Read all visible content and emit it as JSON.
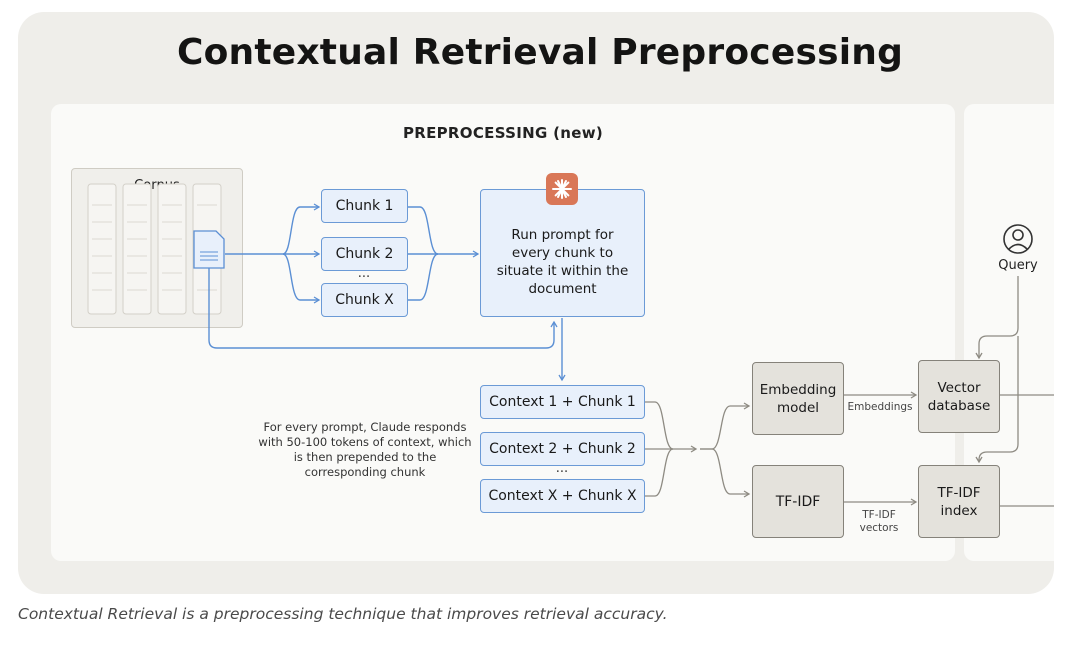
{
  "title": "Contextual Retrieval Preprocessing",
  "section_label": "PREPROCESSING (new)",
  "corpus_label": "Corpus",
  "chunks": [
    "Chunk 1",
    "Chunk 2",
    "Chunk X"
  ],
  "ellipsis": "...",
  "prompt_box": "Run prompt for every chunk to situate it within the document",
  "context_chunks": [
    "Context 1 + Chunk 1",
    "Context 2 + Chunk 2",
    "Context X + Chunk X"
  ],
  "note": "For every prompt, Claude responds with 50-100 tokens of context, which is then prepended to the corresponding chunk",
  "embedding_model": "Embedding model",
  "tfidf": "TF-IDF",
  "embeddings_label": "Embeddings",
  "tfidf_vectors_label": "TF-IDF vectors",
  "vector_db": "Vector database",
  "tfidf_index": "TF-IDF index",
  "query_label": "Query",
  "caption": "Contextual Retrieval is a preprocessing technique that improves retrieval accuracy.",
  "colors": {
    "blue_line": "#5b8fd4",
    "gray_line": "#8e8b83",
    "claude_orange": "#d97757"
  },
  "icons": [
    "document-icon",
    "claude-logo-icon",
    "user-icon"
  ]
}
